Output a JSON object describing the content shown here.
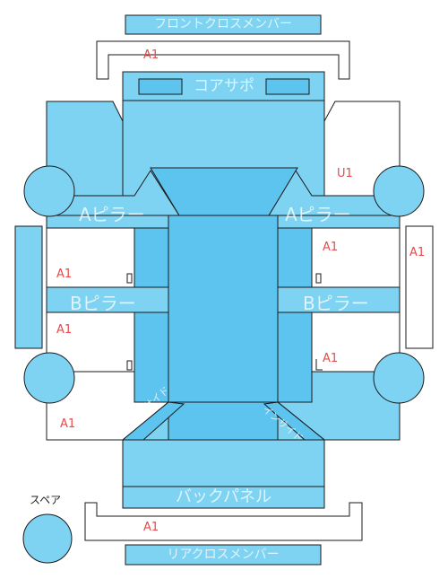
{
  "labels": {
    "front_cross_member": "フロントクロスメンバー",
    "core_support": "コアサポ",
    "a_pillar_left": "Aピラー",
    "a_pillar_right": "Aピラー",
    "b_pillar_left": "Bピラー",
    "b_pillar_right": "Bピラー",
    "inside_left": "インサイド",
    "inside_right": "インサイド",
    "back_panel": "バックパネル",
    "rear_cross_member": "リアクロスメンバー",
    "spare": "スペア"
  },
  "damage_codes": {
    "front_cross_member": "A1",
    "front_right_fender": "U1",
    "right_front_door": "A1",
    "right_rocker": "A1",
    "right_rear_door": "A1",
    "left_front_door": "A1",
    "left_rear_door": "A1",
    "left_quarter": "A1",
    "rear_cross_member": "A1"
  },
  "colors": {
    "panel_fill": "#7fd3f2",
    "panel_fill_dark": "#5cc4ee",
    "outline": "#1a1a1a",
    "code_text": "#e84a4a"
  }
}
